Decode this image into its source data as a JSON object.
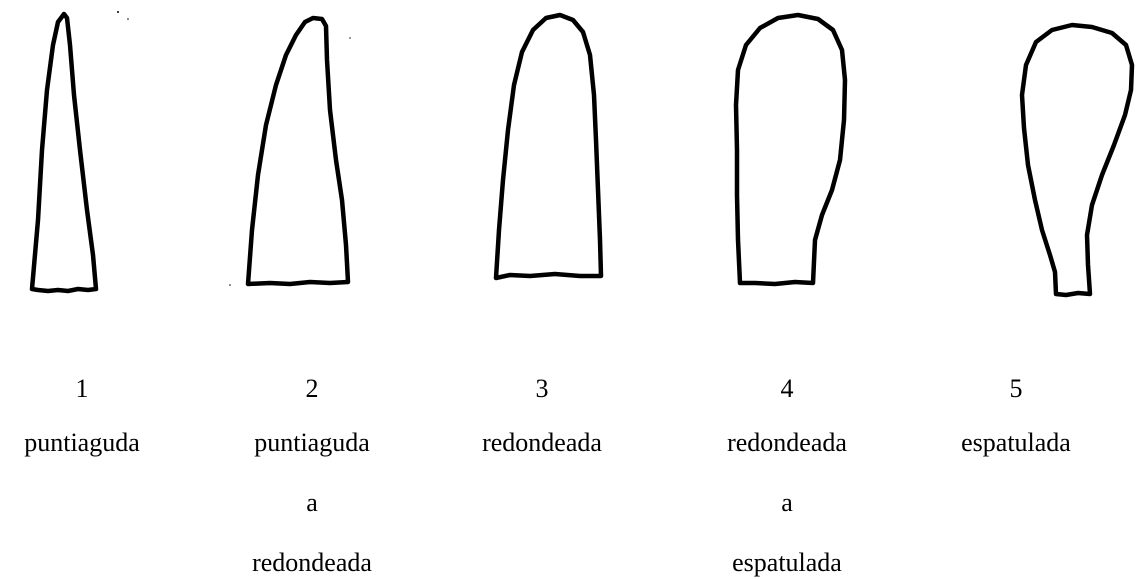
{
  "figures": [
    {
      "number": "1",
      "lines": [
        "puntiaguda"
      ]
    },
    {
      "number": "2",
      "lines": [
        "puntiaguda",
        "a",
        "redondeada"
      ]
    },
    {
      "number": "3",
      "lines": [
        "redondeada"
      ]
    },
    {
      "number": "4",
      "lines": [
        "redondeada",
        "a",
        "espatulada"
      ]
    },
    {
      "number": "5",
      "lines": [
        "espatulada"
      ]
    }
  ]
}
